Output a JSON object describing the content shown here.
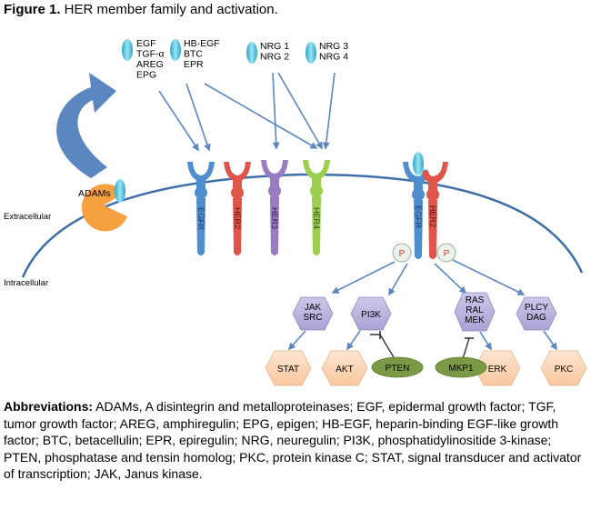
{
  "title": {
    "label": "Figure 1.",
    "text": " HER member family and activation."
  },
  "ligands": [
    {
      "lines": [
        "EGF",
        "TGF-α",
        "AREG",
        "EPG"
      ]
    },
    {
      "lines": [
        "HB-EGF",
        "BTC",
        "EPR"
      ]
    },
    {
      "lines": [
        "NRG 1",
        "NRG 2"
      ]
    },
    {
      "lines": [
        "NRG 3",
        "NRG 4"
      ]
    }
  ],
  "regions": {
    "extracellular": "Extracellular",
    "intracellular": "Intracellular"
  },
  "adams": "ADAMs",
  "receptors": [
    "EGFR",
    "HER2",
    "HER3",
    "HER4"
  ],
  "dimer": {
    "left": "EGFR",
    "right": "HER2",
    "phospho": "P"
  },
  "hexagons": [
    {
      "lines": [
        "JAK",
        "SRC"
      ]
    },
    {
      "lines": [
        "PI3K"
      ]
    },
    {
      "lines": [
        "RAS",
        "RAL",
        "MEK"
      ]
    },
    {
      "lines": [
        "PLCY",
        "DAG"
      ]
    }
  ],
  "effectors": [
    "STAT",
    "AKT",
    "ERK",
    "PKC"
  ],
  "inhibitors": [
    "PTEN",
    "MKP1"
  ],
  "colors": {
    "ligand": "#5fc9e0",
    "egfr": "#4f8fd0",
    "her2": "#e0544a",
    "her3": "#9a7cc2",
    "her4": "#9ccf4e",
    "adams": "#f5a142",
    "hexagon": "#b8b3dd",
    "effector": "#fcd7b8",
    "inhibitor": "#7a9a46",
    "arrow": "#5b86c0"
  },
  "abbreviations": {
    "label": "Abbreviations:",
    "text": " ADAMs, A disintegrin and metalloproteinases; EGF, epidermal growth factor; TGF, tumor growth factor; AREG, amphiregulin; EPG, epigen; HB-EGF, heparin-binding EGF-like growth factor; BTC, betacellulin; EPR, epiregulin; NRG, neuregulin; PI3K, phosphatidylinositide 3-kinase; PTEN, phosphatase and tensin homolog; PKC, protein kinase C; STAT, signal transducer and activator of transcription; JAK, Janus kinase."
  }
}
